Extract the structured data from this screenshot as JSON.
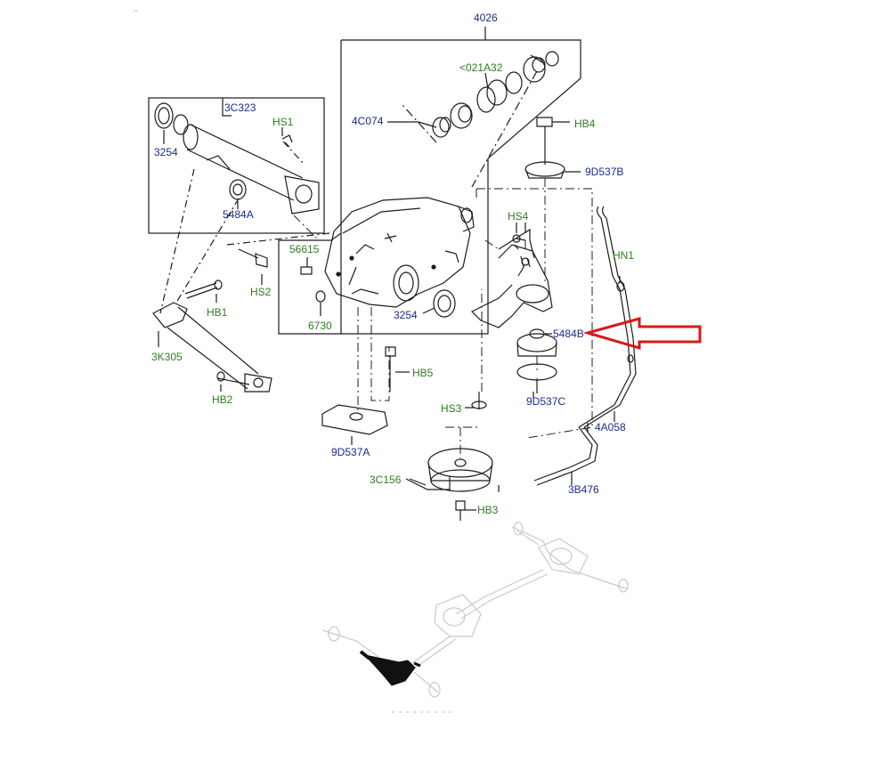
{
  "colors": {
    "part_label_blue": "#1a2b8f",
    "hardware_label_green": "#2e7d1e",
    "arrow_red": "#d61a1a",
    "line_dark": "#1c1c1c",
    "ghost_gray": "#c9c9c9"
  },
  "labels": {
    "l4026": "4026",
    "l021a32": "<021A32",
    "l3c323": "3C323",
    "lhs1": "HS1",
    "l4c074": "4C074",
    "lhb4": "HB4",
    "l3254a": "3254",
    "l9d537b": "9D537B",
    "l5484a": "5484A",
    "lhs4": "HS4",
    "l56615": "56615",
    "lhn1": "HN1",
    "lhs2": "HS2",
    "lhb1": "HB1",
    "l3254b": "3254",
    "l6730": "6730",
    "l5484b": "5484B",
    "l3k305": "3K305",
    "lhb5": "HB5",
    "l9d537c": "9D537C",
    "lhb2": "HB2",
    "lhs3": "HS3",
    "l4a058": "4A058",
    "l9d537a": "9D537A",
    "l3c156": "3C156",
    "l3b476": "3B476",
    "lhb3": "HB3"
  },
  "highlight": {
    "target_part": "5484B",
    "indicator": "arrow-left"
  }
}
